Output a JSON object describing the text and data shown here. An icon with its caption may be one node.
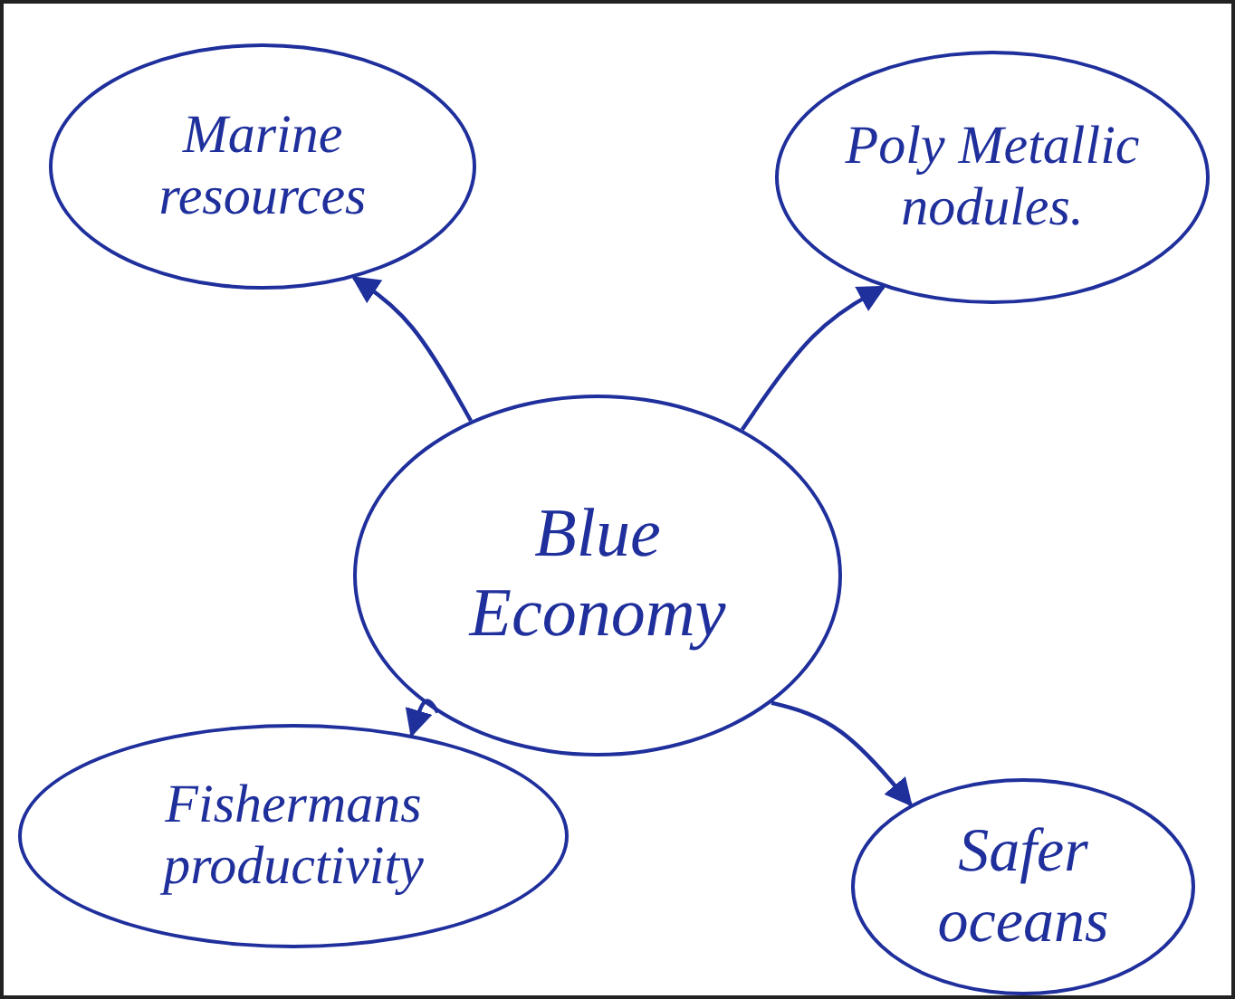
{
  "diagram": {
    "nodes": [
      {
        "text": [
          "Marine resources"
        ]
      },
      {
        "text": [
          "Poly Metallic nodules."
        ]
      },
      {
        "text": [
          "Blue Economy"
        ]
      },
      {
        "text": [
          "Fishermans productivity"
        ]
      },
      {
        "text": [
          "Safer oceans"
        ]
      }
    ],
    "edges": [
      {
        "from": 2,
        "to": 0,
        "arrow": "to"
      },
      {
        "from": 2,
        "to": 1,
        "arrow": "to"
      },
      {
        "from": 2,
        "to": 3,
        "arrow": "to"
      },
      {
        "from": 2,
        "to": 4,
        "arrow": "to"
      }
    ]
  }
}
